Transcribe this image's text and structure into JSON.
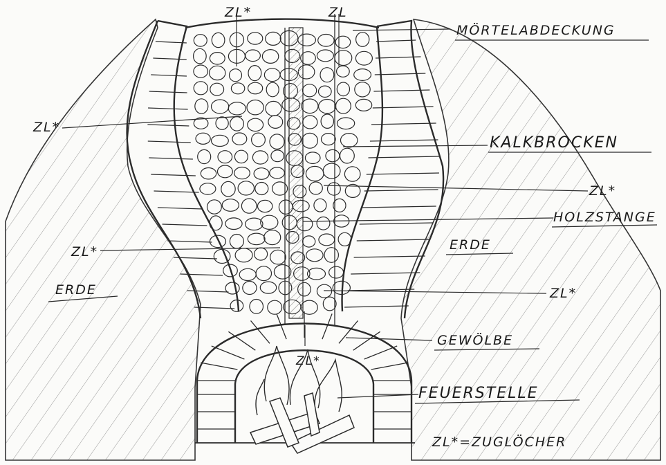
{
  "labels": {
    "zl_top_left": "ZL*",
    "zl_top_right": "ZL",
    "zl_left_upper": "ZL*",
    "zl_left_lower": "ZL*",
    "zl_right_upper": "ZL*",
    "zl_right_lower": "ZL*",
    "zl_fire": "ZL*",
    "moertelabdeckung": "MÖRTELABDECKUNG",
    "kalkbrocken": "KALKBROCKEN",
    "holzstange": "HOLZSTANGE",
    "erde_left": "ERDE",
    "erde_right": "ERDE",
    "gewoelbe": "GEWÖLBE",
    "feuerstelle": "FEUERSTELLE",
    "legend": "ZL*=ZUGLÖCHER"
  },
  "colors": {
    "ink": "#2b2b2b",
    "paper": "#fbfbf9",
    "earth_shading": "#8a8a8a",
    "pole_hatch": "#7a7a7a"
  }
}
